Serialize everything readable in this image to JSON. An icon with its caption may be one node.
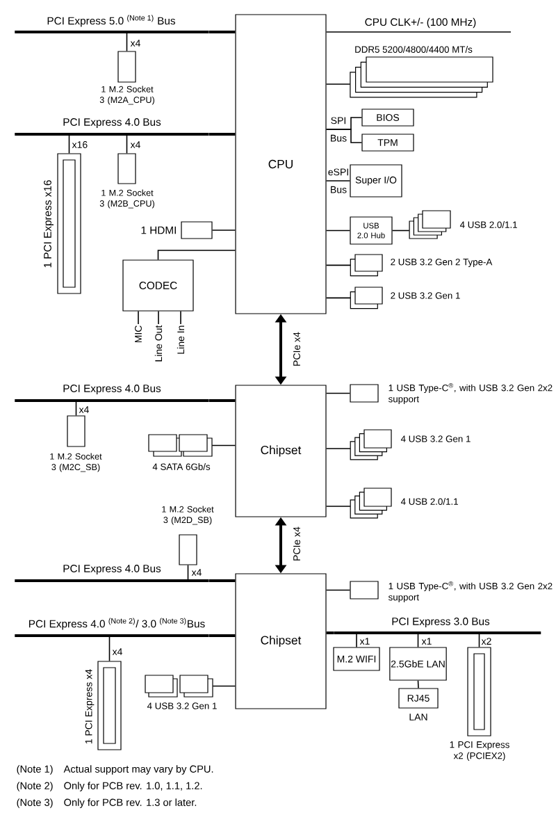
{
  "diagram": {
    "nodes": [
      {
        "text": [
          "PCI Express 5.0 $^{(Note 1)}$ Bus"
        ]
      },
      {
        "text": [
          "CPU"
        ]
      },
      {
        "text": [
          "1 M.2 Socket 3 (M2A_CPU)"
        ]
      },
      {
        "text": [
          "PCI Express 4.0 Bus"
        ]
      },
      {
        "text": [
          "1 PCI Express x16"
        ]
      },
      {
        "text": [
          "1 M.2 Socket 3 (M2B_CPU)"
        ]
      },
      {
        "text": [
          "1 HDMI"
        ]
      },
      {
        "text": [
          "CODEC"
        ]
      },
      {
        "text": [
          "MIC"
        ]
      },
      {
        "text": [
          "Line Out"
        ]
      },
      {
        "text": [
          "Line In"
        ]
      },
      {
        "text": [
          "DDR5 5200/4800/4400 MT/s"
        ]
      },
      {
        "text": [
          "BIOS"
        ]
      },
      {
        "text": [
          "TPM"
        ]
      },
      {
        "text": [
          "Super I/O"
        ]
      },
      {
        "text": [
          "USB 2.0 Hub"
        ]
      },
      {
        "text": [
          "4 USB 2.0/1.1"
        ]
      },
      {
        "text": [
          "2 USB 3.2 Gen 2 Type-A"
        ]
      },
      {
        "text": [
          "2 USB 3.2 Gen 1"
        ]
      },
      {
        "text": [
          "Chipset"
        ]
      },
      {
        "text": [
          "PCI Express 4.0 Bus"
        ]
      },
      {
        "text": [
          "1 M.2 Socket 3 (M2C_SB)"
        ]
      },
      {
        "text": [
          "4 SATA 6Gb/s"
        ]
      },
      {
        "text": [
          "1 USB Type-C$^{®}$, with USB 3.2 Gen 2x2 support"
        ]
      },
      {
        "text": [
          "4 USB 3.2 Gen 1"
        ]
      },
      {
        "text": [
          "4 USB 2.0/1.1"
        ]
      },
      {
        "text": [
          "1 M.2 Socket 3 (M2D_SB)"
        ]
      },
      {
        "text": [
          "PCI Express 4.0 Bus"
        ]
      },
      {
        "text": [
          "Chipset"
        ]
      },
      {
        "text": [
          "1 USB Type-C$^{®}$, with USB 3.2 Gen 2x2 support"
        ]
      },
      {
        "text": [
          "PCI Express 4.0 $^{(Note 2)}$/ 3.0 $^{(Note 3)}$Bus"
        ]
      },
      {
        "text": [
          "1 PCI Express x4"
        ]
      },
      {
        "text": [
          "4 USB 3.2 Gen 1"
        ]
      },
      {
        "text": [
          "PCI Express 3.0 Bus"
        ]
      },
      {
        "text": [
          "M.2 WIFI"
        ]
      },
      {
        "text": [
          "2.5GbE LAN"
        ]
      },
      {
        "text": [
          "RJ45"
        ],
        "beside": [
          "LAN"
        ]
      },
      {
        "text": [
          "1 PCI Express x2 (PCIEX2)"
        ]
      }
    ],
    "edges": [
      {
        "from": 0,
        "to": 1,
        "arrow": "none",
        "style": "thick"
      },
      {
        "from": 0,
        "to": 2,
        "arrow": "none",
        "label": "x4"
      },
      {
        "from": 3,
        "to": 1,
        "arrow": "none",
        "style": "thick"
      },
      {
        "from": 3,
        "to": 4,
        "arrow": "none",
        "label": "x16"
      },
      {
        "from": 3,
        "to": 5,
        "arrow": "none",
        "label": "x4"
      },
      {
        "from": 1,
        "to": 6,
        "arrow": "none"
      },
      {
        "from": 1,
        "to": 7,
        "arrow": "none"
      },
      {
        "from": 7,
        "to": 8,
        "arrow": "none"
      },
      {
        "from": 7,
        "to": 9,
        "arrow": "none"
      },
      {
        "from": 7,
        "to": 10,
        "arrow": "none"
      },
      {
        "from": 1,
        "to": null,
        "arrow": "none",
        "label": "CPU CLK+/- (100 MHz)"
      },
      {
        "from": 1,
        "to": 11,
        "arrow": "none"
      },
      {
        "from": 1,
        "to": 12,
        "arrow": "none",
        "label": "SPI Bus"
      },
      {
        "from": 1,
        "to": 13,
        "arrow": "none"
      },
      {
        "from": 1,
        "to": 14,
        "arrow": "none",
        "label": "eSPI Bus"
      },
      {
        "from": 1,
        "to": 15,
        "arrow": "none"
      },
      {
        "from": 15,
        "to": 16,
        "arrow": "none"
      },
      {
        "from": 1,
        "to": 17,
        "arrow": "none"
      },
      {
        "from": 1,
        "to": 18,
        "arrow": "none"
      },
      {
        "from": 1,
        "to": 19,
        "arrow": "both",
        "style": "thick",
        "label": "PCIe x4"
      },
      {
        "from": 20,
        "to": 19,
        "arrow": "none",
        "style": "thick"
      },
      {
        "from": 20,
        "to": 21,
        "arrow": "none",
        "label": "x4"
      },
      {
        "from": 19,
        "to": 22,
        "arrow": "none"
      },
      {
        "from": 19,
        "to": 23,
        "arrow": "none"
      },
      {
        "from": 19,
        "to": 24,
        "arrow": "none"
      },
      {
        "from": 19,
        "to": 25,
        "arrow": "none"
      },
      {
        "from": 19,
        "to": 28,
        "arrow": "both",
        "style": "thick",
        "label": "PCIe x4"
      },
      {
        "from": 27,
        "to": 26,
        "arrow": "none",
        "label": "x4"
      },
      {
        "from": 27,
        "to": 28,
        "arrow": "none",
        "style": "thick"
      },
      {
        "from": 28,
        "to": 29,
        "arrow": "none"
      },
      {
        "from": 30,
        "to": 28,
        "arrow": "none",
        "style": "thick"
      },
      {
        "from": 30,
        "to": 31,
        "arrow": "none",
        "label": "x4"
      },
      {
        "from": 28,
        "to": 32,
        "arrow": "none"
      },
      {
        "from": 28,
        "to": 33,
        "arrow": "none",
        "style": "thick"
      },
      {
        "from": 33,
        "to": 34,
        "arrow": "none",
        "label": "x1"
      },
      {
        "from": 33,
        "to": 35,
        "arrow": "none",
        "label": "x1"
      },
      {
        "from": 33,
        "to": 37,
        "arrow": "none",
        "label": "x2"
      },
      {
        "from": 35,
        "to": 36,
        "arrow": "none"
      }
    ],
    "labels": [
      "(Note 1)",
      "Actual support may vary by CPU.",
      "(Note 2)",
      "Only for PCB rev. 1.0, 1.1, 1.2.",
      "(Note 3)",
      "Only for PCB rev. 1.3 or later."
    ]
  }
}
